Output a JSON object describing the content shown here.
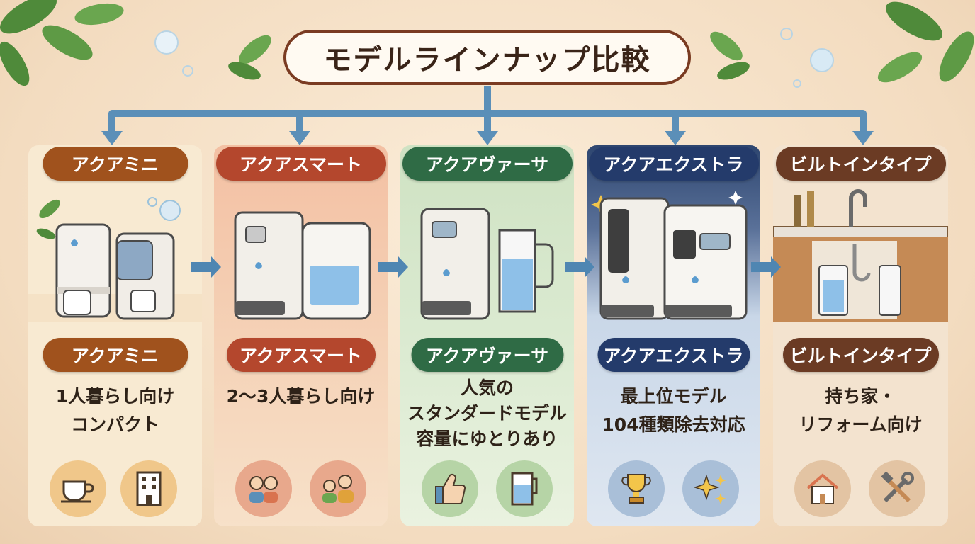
{
  "title": "モデルラインナップ比較",
  "models": [
    {
      "name": "アクアミニ",
      "color": "#a0521d",
      "bg": "#f8ead2",
      "desc": [
        "1人暮らし向け",
        "コンパクト"
      ],
      "icons": [
        "coffee-cup-icon",
        "apartment-building-icon"
      ]
    },
    {
      "name": "アクアスマート",
      "color": "#b4472d",
      "bg": "#f5cfb3",
      "desc": [
        "2〜3人暮らし向け"
      ],
      "icons": [
        "couple-icon",
        "family-icon"
      ]
    },
    {
      "name": "アクアヴァーサ",
      "color": "#2f6b45",
      "bg": "#d7e8cd",
      "desc": [
        "人気の",
        "スタンダードモデル",
        "容量にゆとりあり"
      ],
      "icons": [
        "thumbs-up-icon",
        "water-pitcher-icon"
      ]
    },
    {
      "name": "アクアエクストラ",
      "color": "#243b6b",
      "bg": "#cfdcea",
      "desc": [
        "最上位モデル",
        "104種類除去対応"
      ],
      "icons": [
        "trophy-icon",
        "sparkles-icon"
      ]
    },
    {
      "name": "ビルトインタイプ",
      "color": "#6b3b24",
      "bg": "#f3e3cf",
      "desc": [
        "持ち家・",
        "リフォーム向け"
      ],
      "icons": [
        "house-icon",
        "tools-icon"
      ]
    }
  ]
}
